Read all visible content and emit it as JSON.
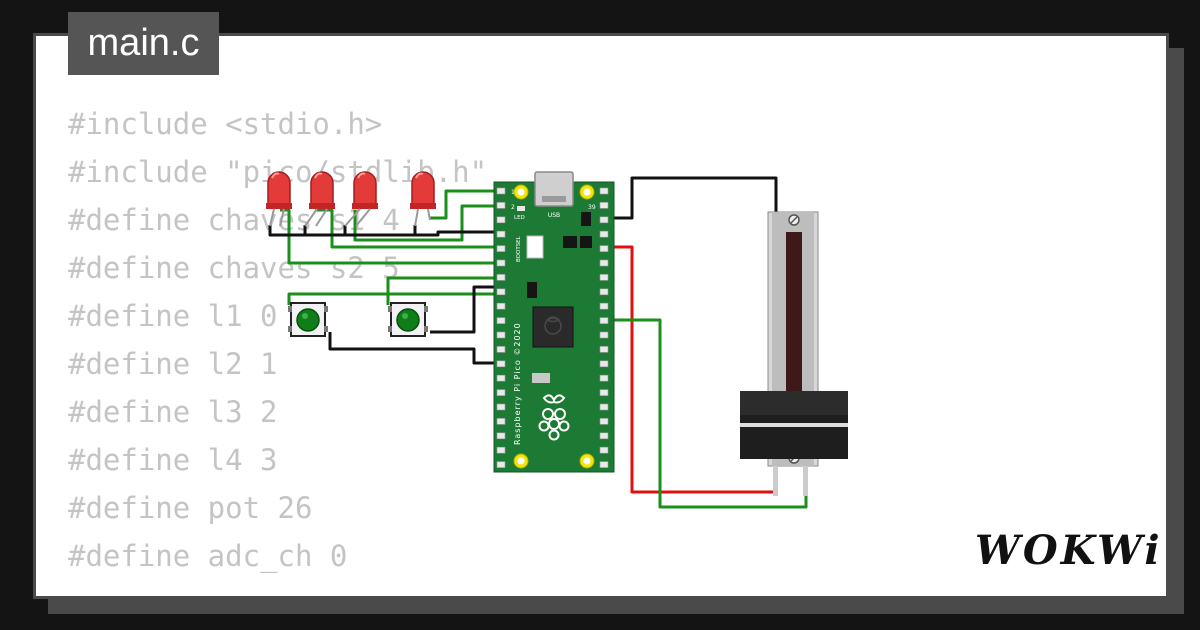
{
  "editor": {
    "filename": "main.c",
    "code_lines": [
      "#include <stdio.h>",
      "#include \"pico/stdlib.h\"",
      "#define chaves s1 4",
      "#define chaves s2 5",
      "#define l1 0",
      "#define l2 1",
      "#define l3 2",
      "#define l4 3",
      "#define pot 26",
      "#define adc_ch 0"
    ]
  },
  "board": {
    "name": "Raspberry Pi Pico ©2020",
    "usb_label": "USB",
    "led_label": "LED",
    "bootsel_label": "BOOTSEL",
    "pin_label_1": "1",
    "pin_label_2": "2",
    "pin_label_39": "39"
  },
  "brand": {
    "logo_text": "WOKWi"
  },
  "colors": {
    "background": "#141414",
    "card": "#ffffff",
    "tab": "#555555",
    "code_text": "#c4c4c4",
    "board_green": "#1d7a35",
    "led_red": "#e33a3a",
    "wire_green": "#1a8f1a",
    "wire_red": "#e01010",
    "wire_black": "#111111"
  }
}
